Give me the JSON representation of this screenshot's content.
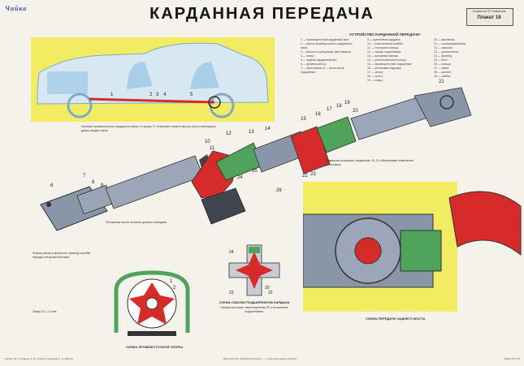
{
  "poster": {
    "logo": "Чайка",
    "title": "КАРДАННАЯ ПЕРЕДАЧА",
    "plate": {
      "series": "Серия из 37 плакатов",
      "label": "Плакат 18"
    },
    "section_heading": "УСТРОЙСТВО КАРДАННОЙ ПЕРЕДАЧИ:",
    "legend_col1": [
      "1 — промежуточный карданный вал;",
      "2 — вилка промежуточного карданного",
      "      вала;",
      "3 — вилка со шлицевым хвостовиком;",
      "4 — хомут;",
      "5 — задний карданный вал;",
      "6 — фланец-вилка;",
      "7 — крестовина; 8 — игольчатый",
      "      подшипник;"
    ],
    "legend_col2": [
      "9 — крестовина кардана;",
      "10 — пластинчатая шайба;",
      "11 — стопорное кольцо;",
      "12 — корпус подшипника;",
      "13 — шлицевая втулка;",
      "14 — уплотнительное кольцо;",
      "15 — промежуточный подшипник;",
      "16 — резиновая подушка;",
      "17 — опора;",
      "18 — чехол;",
      "19 — хомут;"
    ],
    "legend_col3": [
      "20 — масленка;",
      "21 — скользящая вилка;",
      "22 — сальник;",
      "23 — уплотнитель;",
      "24 — фланец;",
      "25 — болт;",
      "26 — кольцо;",
      "27 — гайка;",
      "28 — шплинт;",
      "29 — шайба;"
    ],
    "captions": {
      "car_note": "Наличие промежуточного карданного вала 1 и опоры 17 позволяет снизить высоту пола и уменьшить длину каждого вала.",
      "spline_note": "Подвижное шлицевое соединение 13, 21 обеспечивает изменение длины вала.",
      "mid_note": "Положение вилок на валах должно совпадать.",
      "left_note": "Фланец-вилка 6 крепится к фланцу коробки передач четырьмя болтами.",
      "clearance_note": "Зазор 0,5—1,0 мм.",
      "support_title": "СХЕМА ПРОМЕЖУТОЧНОЙ ОПОРЫ",
      "bearing_title": "СХЕМА СМАЗКИ ПОДШИПНИКОВ КАРДАНА",
      "bearing_note": "Смазка поступает через масленку 20 к игольчатым подшипникам.",
      "rear_title": "СХЕМА ПЕРЕДАЧИ ЗАДНЕГО МОСТА"
    },
    "callout_numbers": {
      "car": [
        "1",
        "2",
        "3",
        "4",
        "5"
      ],
      "main": [
        "6",
        "7",
        "8",
        "9",
        "10",
        "11",
        "12",
        "13",
        "14",
        "15",
        "16",
        "17",
        "18",
        "19",
        "20",
        "21",
        "22",
        "23",
        "24",
        "25",
        "26"
      ],
      "support": [
        "1",
        "2"
      ],
      "bearing": [
        "20",
        "22",
        "23",
        "24"
      ]
    },
    "footer": {
      "left": "Авторы: В. А. Руднев, М. Д. Сергеев. Художник К. Н. Иванов",
      "center": "Издательство «Машиностроение» — учебно-наглядные пособия",
      "right": "Заказ № 2716"
    },
    "colors": {
      "background": "#f4f2ea",
      "yellow_panel": "#f2ec63",
      "shaft_blue": "#8896a8",
      "accent_red": "#d62b2b",
      "accent_green": "#4fa35a",
      "car_blue": "#a9cfe8"
    }
  }
}
